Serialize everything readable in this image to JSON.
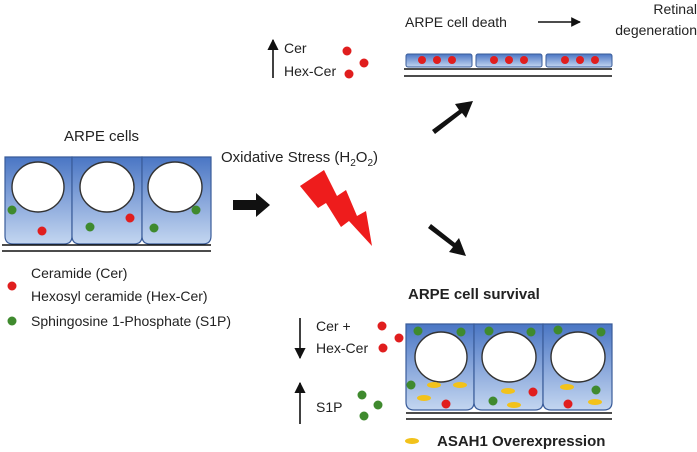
{
  "labels": {
    "arpe_cells": "ARPE cells",
    "oxidative_stress_prefix": "Oxidative Stress (H",
    "oxidative_stress_sub1": "2",
    "oxidative_stress_mid": "O",
    "oxidative_stress_sub2": "2",
    "oxidative_stress_suffix": ")",
    "cell_death": "ARPE cell death",
    "retinal_line1": "Retinal",
    "retinal_line2": "degeneration",
    "up_cer": "Cer",
    "up_hexcer": "Hex-Cer",
    "cell_survival": "ARPE cell survival",
    "down_cer": "Cer +",
    "down_hexcer": "Hex-Cer",
    "up_s1p": "S1P",
    "asah1": "ASAH1 Overexpression"
  },
  "legend": [
    {
      "label": "Ceramide (Cer)",
      "color": "#e01e1e"
    },
    {
      "label": "Hexosyl ceramide (Hex-Cer)",
      "color": "#e01e1e"
    },
    {
      "label": "Sphingosine 1-Phosphate (S1P)",
      "color": "#3f8a2e"
    }
  ],
  "colors": {
    "ceramide": "#e01e1e",
    "s1p": "#3f8a2e",
    "asah1": "#f2c21b",
    "cell_top": "#4a76c4",
    "cell_bottom": "#c3d6f0",
    "arrow": "#111111",
    "lightning": "#ee1c1c"
  },
  "icons": {
    "stress_symbol": "lightning-bolt-icon",
    "trend_up": "arrow-up-icon",
    "trend_down": "arrow-down-icon",
    "flow": "block-arrow-icon"
  }
}
